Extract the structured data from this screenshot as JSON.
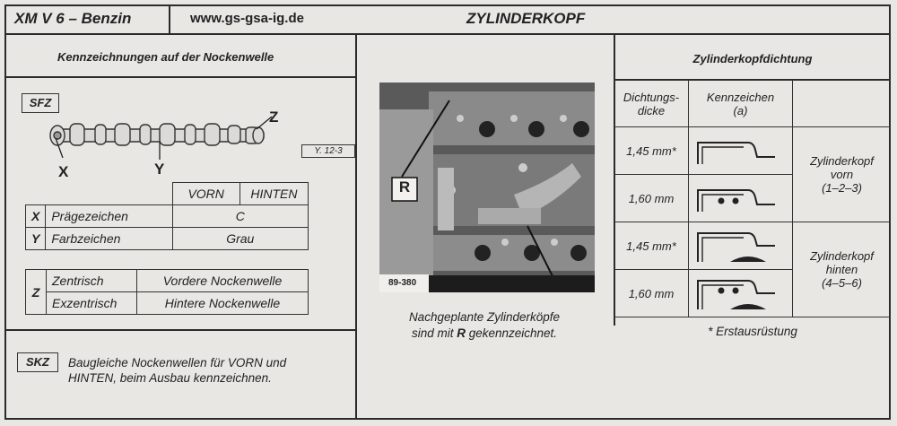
{
  "header": {
    "model": "XM V 6 – Benzin",
    "website": "www.gs-gsa-ig.de",
    "title": "ZYLINDERKOPF"
  },
  "left": {
    "section_title": "Kennzeichnungen auf der Nockenwelle",
    "sfz_label": "SFZ",
    "marker_z": "Z",
    "marker_x": "X",
    "marker_y": "Y",
    "ref_label": "Y. 12-3",
    "table1": {
      "col_vorn": "VORN",
      "col_hinten": "HINTEN",
      "rows": [
        {
          "key": "X",
          "label": "Prägezeichen",
          "value": "C"
        },
        {
          "key": "Y",
          "label": "Farbzeichen",
          "value": "Grau"
        }
      ]
    },
    "table2": {
      "key": "Z",
      "rows": [
        {
          "label": "Zentrisch",
          "value": "Vordere Nockenwelle"
        },
        {
          "label": "Exzentrisch",
          "value": "Hintere Nockenwelle"
        }
      ]
    },
    "skz_label": "SKZ",
    "skz_text_1": "Baugleiche Nockenwellen für VORN und",
    "skz_text_2": "HINTEN, beim Ausbau kennzeichnen."
  },
  "middle": {
    "photo_marker": "R",
    "photo_number": "89-380",
    "caption_1": "Nachgeplante Zylinderköpfe",
    "caption_2a": "sind mit ",
    "caption_2b": "R",
    "caption_2c": " gekennzeichnet."
  },
  "right": {
    "section_title": "Zylinderkopfdichtung",
    "col_thickness_1": "Dichtungs-",
    "col_thickness_2": "dicke",
    "col_mark_1": "Kennzeichen",
    "col_mark_2": "(a)",
    "rows": [
      {
        "thickness": "1,45 mm*"
      },
      {
        "thickness": "1,60 mm"
      },
      {
        "thickness": "1,45 mm*"
      },
      {
        "thickness": "1,60 mm"
      }
    ],
    "group_front": {
      "line1": "Zylinderkopf",
      "line2": "vorn",
      "line3": "(1–2–3)"
    },
    "group_rear": {
      "line1": "Zylinderkopf",
      "line2": "hinten",
      "line3": "(4–5–6)"
    },
    "footnote": "* Erstausrüstung"
  }
}
